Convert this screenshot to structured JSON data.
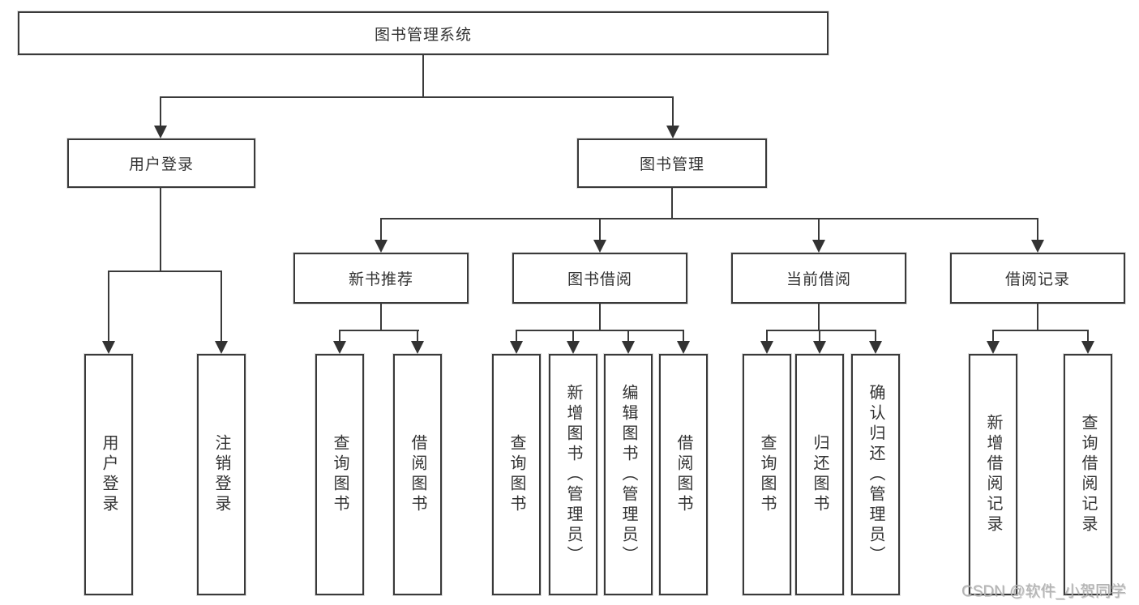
{
  "diagram": {
    "root": {
      "label": "图书管理系统"
    },
    "branches": [
      {
        "label": "用户登录",
        "children": [
          "用户登录",
          "注销登录"
        ]
      },
      {
        "label": "图书管理"
      }
    ],
    "modules": [
      {
        "label": "新书推荐",
        "children": [
          "查询图书",
          "借阅图书"
        ]
      },
      {
        "label": "图书借阅",
        "children": [
          "查询图书",
          "新增图书（管理员）",
          "编辑图书（管理员）",
          "借阅图书"
        ]
      },
      {
        "label": "当前借阅",
        "children": [
          "查询图书",
          "归还图书",
          "确认归还（管理员）"
        ]
      },
      {
        "label": "借阅记录",
        "children": [
          "新增借阅记录",
          "查询借阅记录"
        ]
      }
    ],
    "watermark": "CSDN @软件_小贺同学",
    "colors": {
      "line": "#3a3a3a",
      "text": "#333333",
      "watermark": "#b3b3b3",
      "background": "#ffffff"
    }
  }
}
